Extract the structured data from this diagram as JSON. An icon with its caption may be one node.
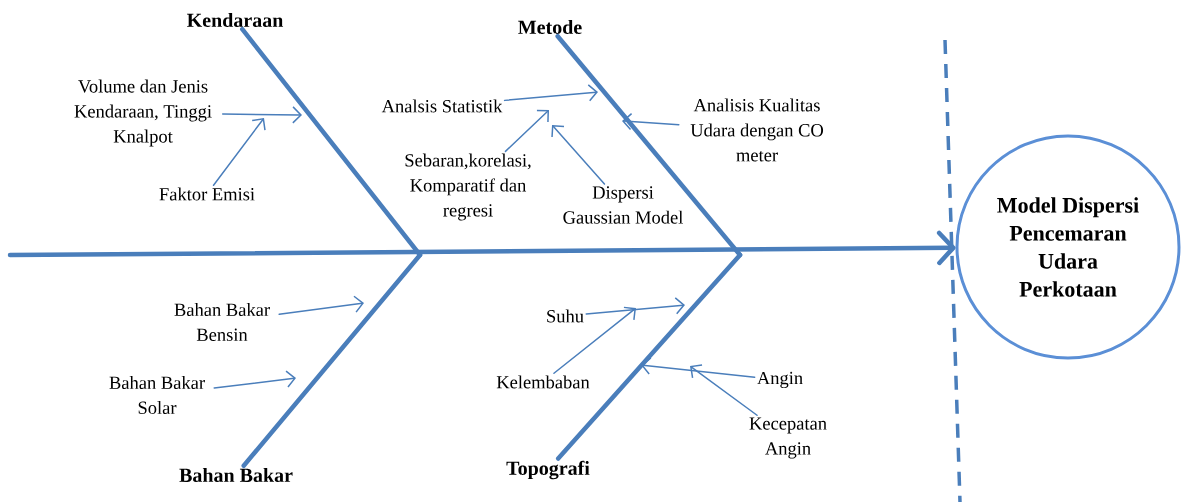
{
  "diagram": {
    "nodes": [
      {
        "text": [
          "Model Dispersi Pencemaran Udara Perkotaan"
        ]
      },
      {
        "text": [
          "Kendaraan"
        ]
      },
      {
        "text": [
          "Metode"
        ]
      },
      {
        "text": [
          "Bahan Bakar"
        ]
      },
      {
        "text": [
          "Topografi"
        ]
      },
      {
        "text": [
          "Volume dan Jenis Kendaraan, Tinggi Knalpot"
        ]
      },
      {
        "text": [
          "Faktor Emisi"
        ]
      },
      {
        "text": [
          "Analsis Statistik"
        ]
      },
      {
        "text": [
          "Sebaran,korelasi, Komparatif dan regresi"
        ]
      },
      {
        "text": [
          "Dispersi Gaussian Model"
        ]
      },
      {
        "text": [
          "Analisis Kualitas Udara dengan CO meter"
        ]
      },
      {
        "text": [
          "Bahan Bakar Bensin"
        ]
      },
      {
        "text": [
          "Bahan Bakar Solar"
        ]
      },
      {
        "text": [
          "Suhu"
        ]
      },
      {
        "text": [
          "Kelembaban"
        ]
      },
      {
        "text": [
          "Angin"
        ]
      },
      {
        "text": [
          "Kecepatan Angin"
        ]
      }
    ],
    "edges": [
      {
        "from": null,
        "to": 0,
        "arrow": "to",
        "style": "thick"
      },
      {
        "from": 1,
        "to": null,
        "arrow": "none",
        "style": "thick"
      },
      {
        "from": 2,
        "to": null,
        "arrow": "none",
        "style": "thick"
      },
      {
        "from": 3,
        "to": null,
        "arrow": "none",
        "style": "thick"
      },
      {
        "from": 4,
        "to": null,
        "arrow": "none",
        "style": "thick"
      },
      {
        "from": 5,
        "to": null,
        "arrow": "to"
      },
      {
        "from": 6,
        "to": null,
        "arrow": "to"
      },
      {
        "from": 7,
        "to": null,
        "arrow": "to"
      },
      {
        "from": 8,
        "to": null,
        "arrow": "to"
      },
      {
        "from": 9,
        "to": null,
        "arrow": "to"
      },
      {
        "from": 10,
        "to": null,
        "arrow": "to"
      },
      {
        "from": 11,
        "to": null,
        "arrow": "to"
      },
      {
        "from": 12,
        "to": null,
        "arrow": "to"
      },
      {
        "from": 13,
        "to": null,
        "arrow": "to"
      },
      {
        "from": 14,
        "to": null,
        "arrow": "to"
      },
      {
        "from": 15,
        "to": null,
        "arrow": "to"
      },
      {
        "from": 16,
        "to": null,
        "arrow": "to"
      }
    ]
  }
}
